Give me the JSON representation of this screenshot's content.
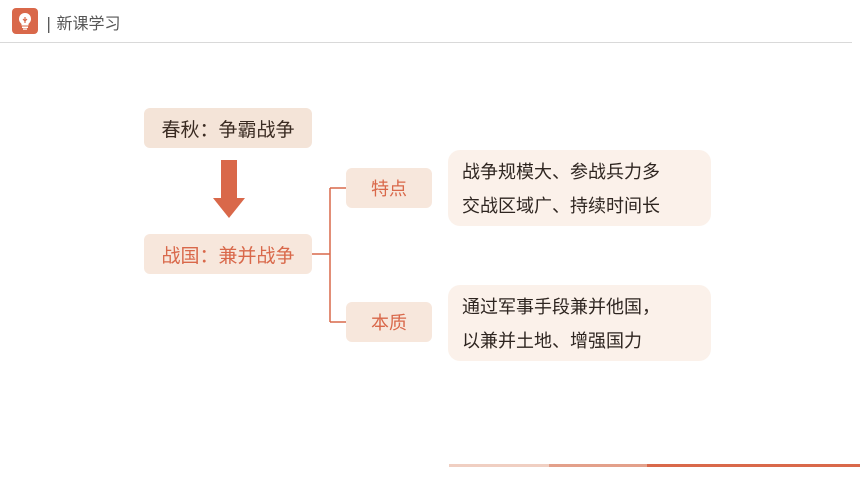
{
  "header": {
    "title": "| 新课学习",
    "icon": "lightbulb-icon"
  },
  "colors": {
    "accent": "#d9684a",
    "box_fill": "#f7e7dc",
    "desc_fill": "#fbf1ea"
  },
  "diagram": {
    "spring_autumn": "春秋：争霸战争",
    "warring_states": "战国：兼并战争",
    "feature": {
      "label": "特点",
      "lines": [
        "战争规模大、参战兵力多",
        "交战区域广、持续时间长"
      ]
    },
    "essence": {
      "label": "本质",
      "lines": [
        "通过军事手段兼并他国，",
        "以兼并土地、增强国力"
      ]
    }
  }
}
